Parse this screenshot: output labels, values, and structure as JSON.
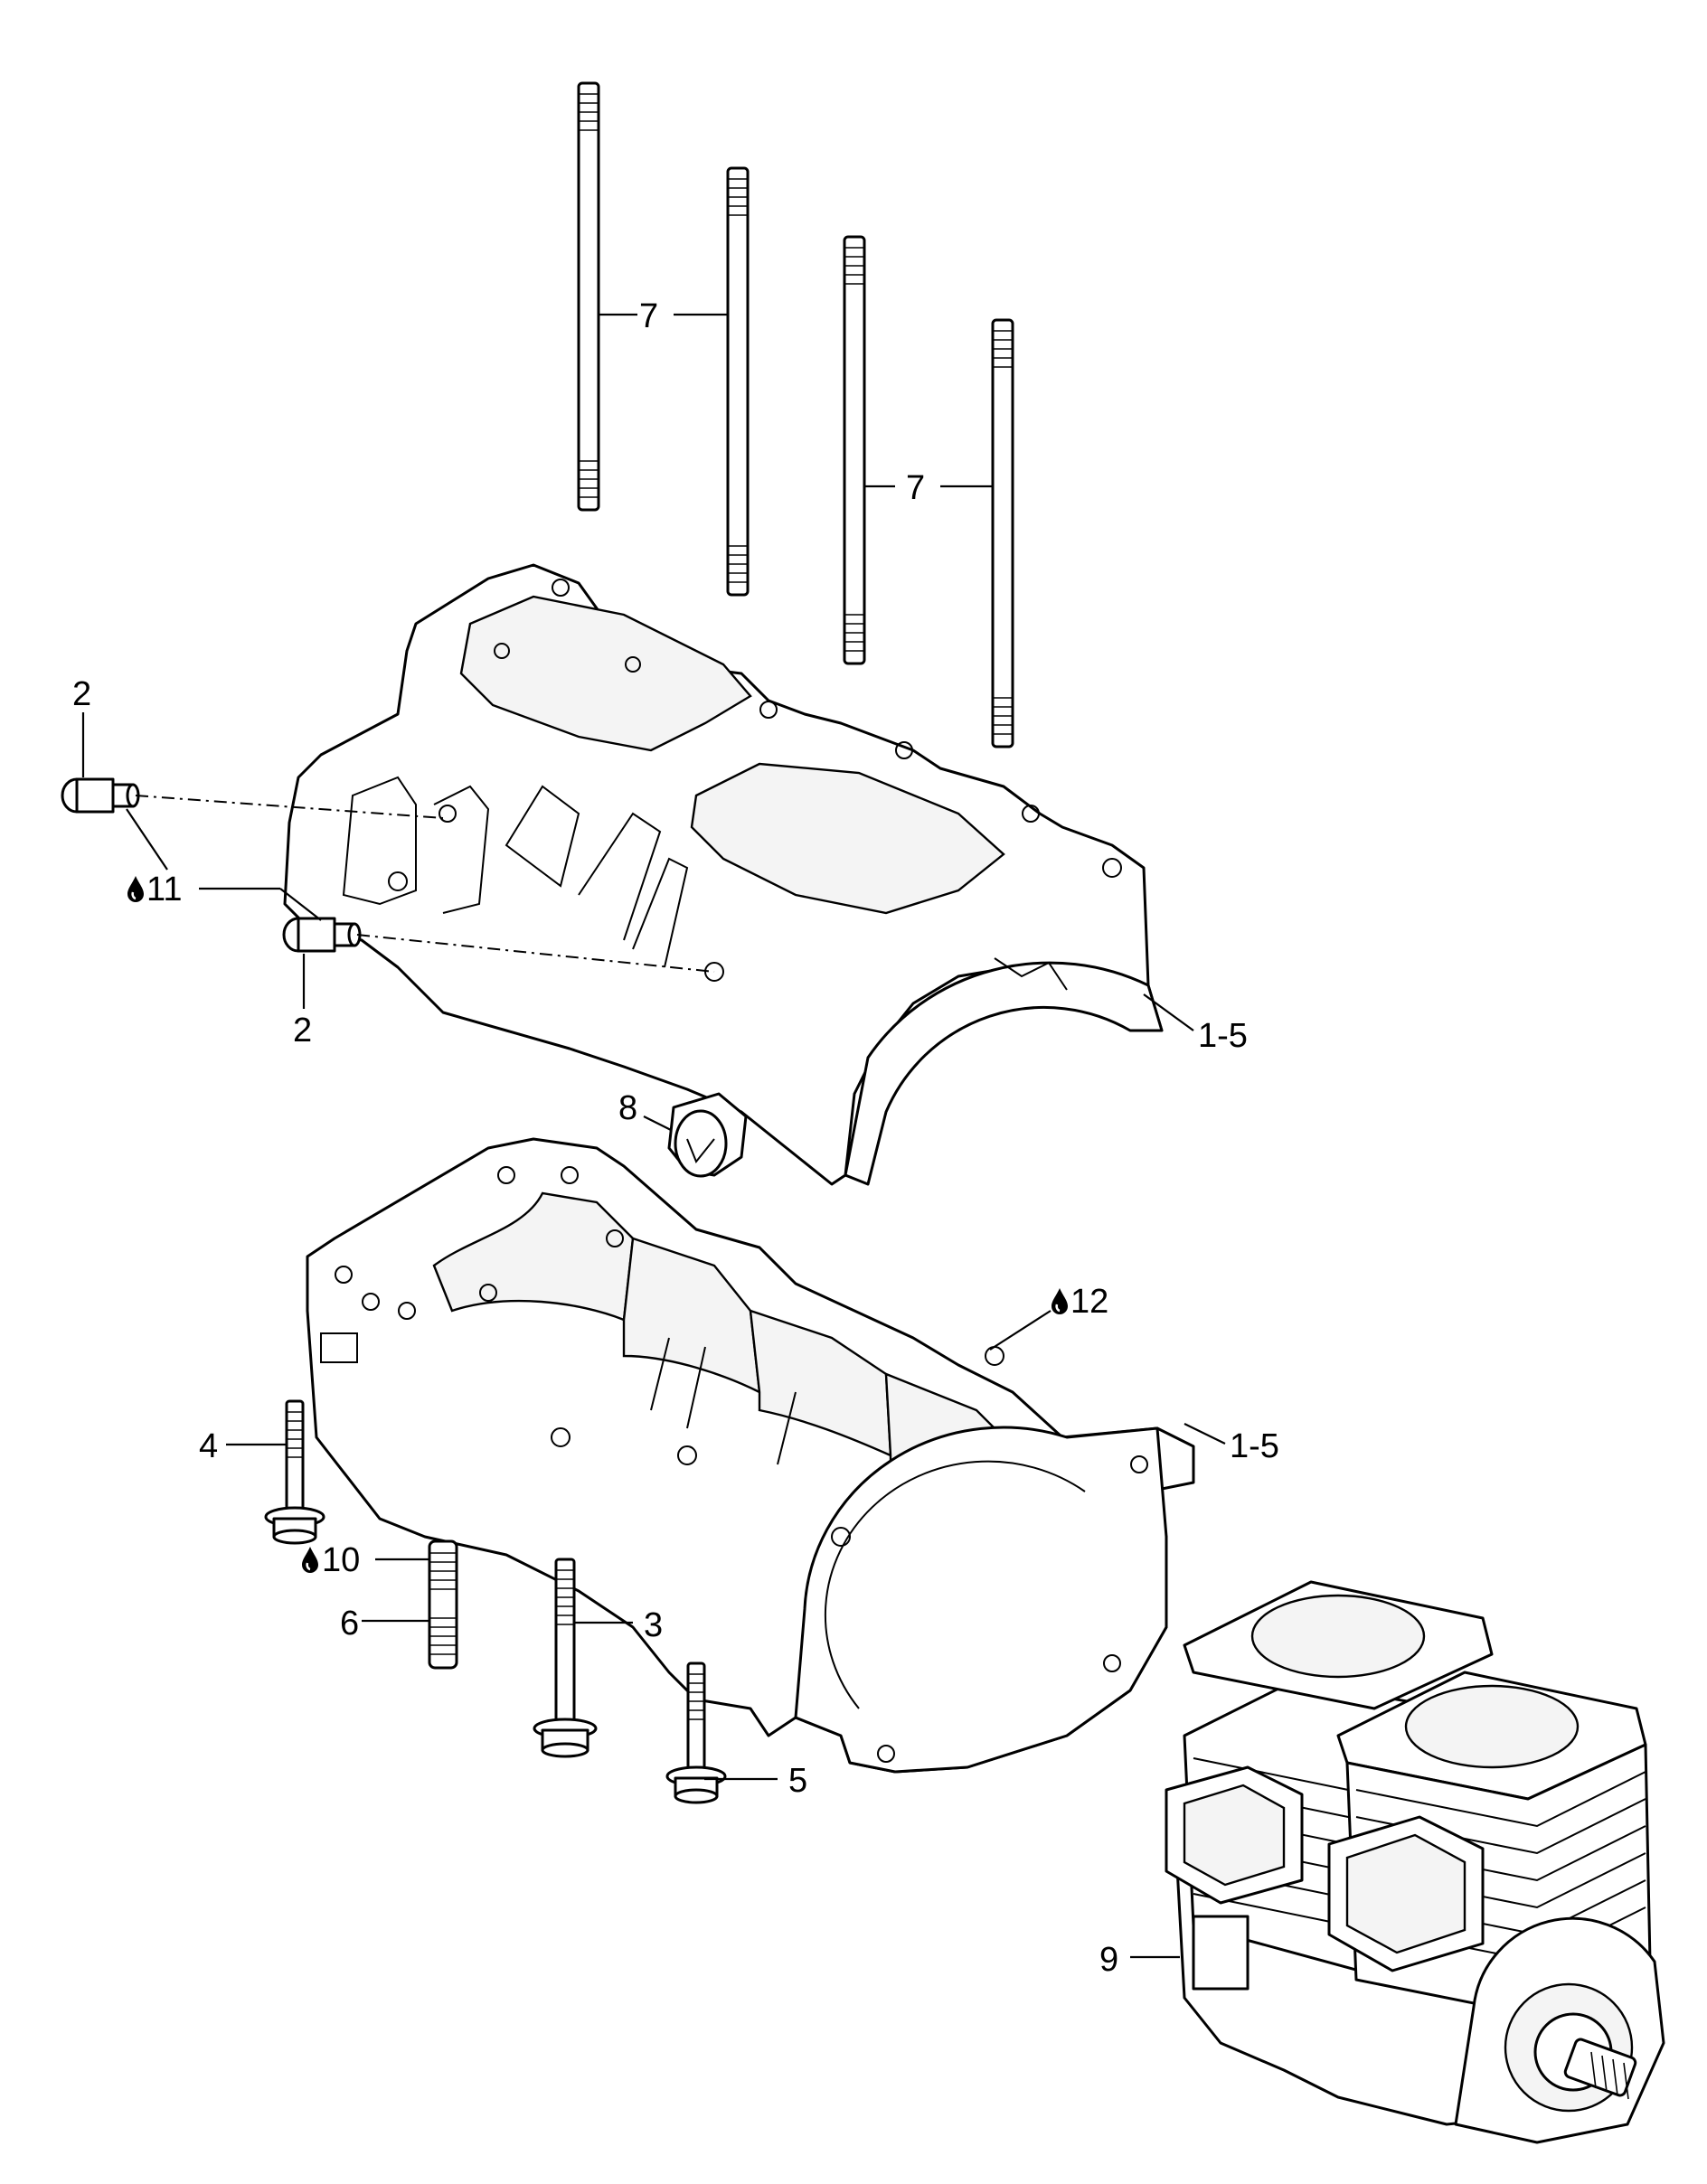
{
  "callouts": [
    {
      "id": "c7a",
      "text": "7"
    },
    {
      "id": "c7b",
      "text": "7"
    },
    {
      "id": "c2a",
      "text": "2"
    },
    {
      "id": "c11",
      "text": "11",
      "icon": "oil-drop-icon"
    },
    {
      "id": "c2b",
      "text": "2"
    },
    {
      "id": "c15a",
      "text": "1-5"
    },
    {
      "id": "c8",
      "text": "8"
    },
    {
      "id": "c12",
      "text": "12",
      "icon": "oil-drop-icon"
    },
    {
      "id": "c15b",
      "text": "1-5"
    },
    {
      "id": "c4",
      "text": "4"
    },
    {
      "id": "c10",
      "text": "10",
      "icon": "oil-drop-icon"
    },
    {
      "id": "c6",
      "text": "6"
    },
    {
      "id": "c3",
      "text": "3"
    },
    {
      "id": "c5",
      "text": "5"
    },
    {
      "id": "c9",
      "text": "9"
    }
  ],
  "colors": {
    "line": "#000000",
    "background": "#ffffff",
    "shade": "#f4f4f4"
  }
}
